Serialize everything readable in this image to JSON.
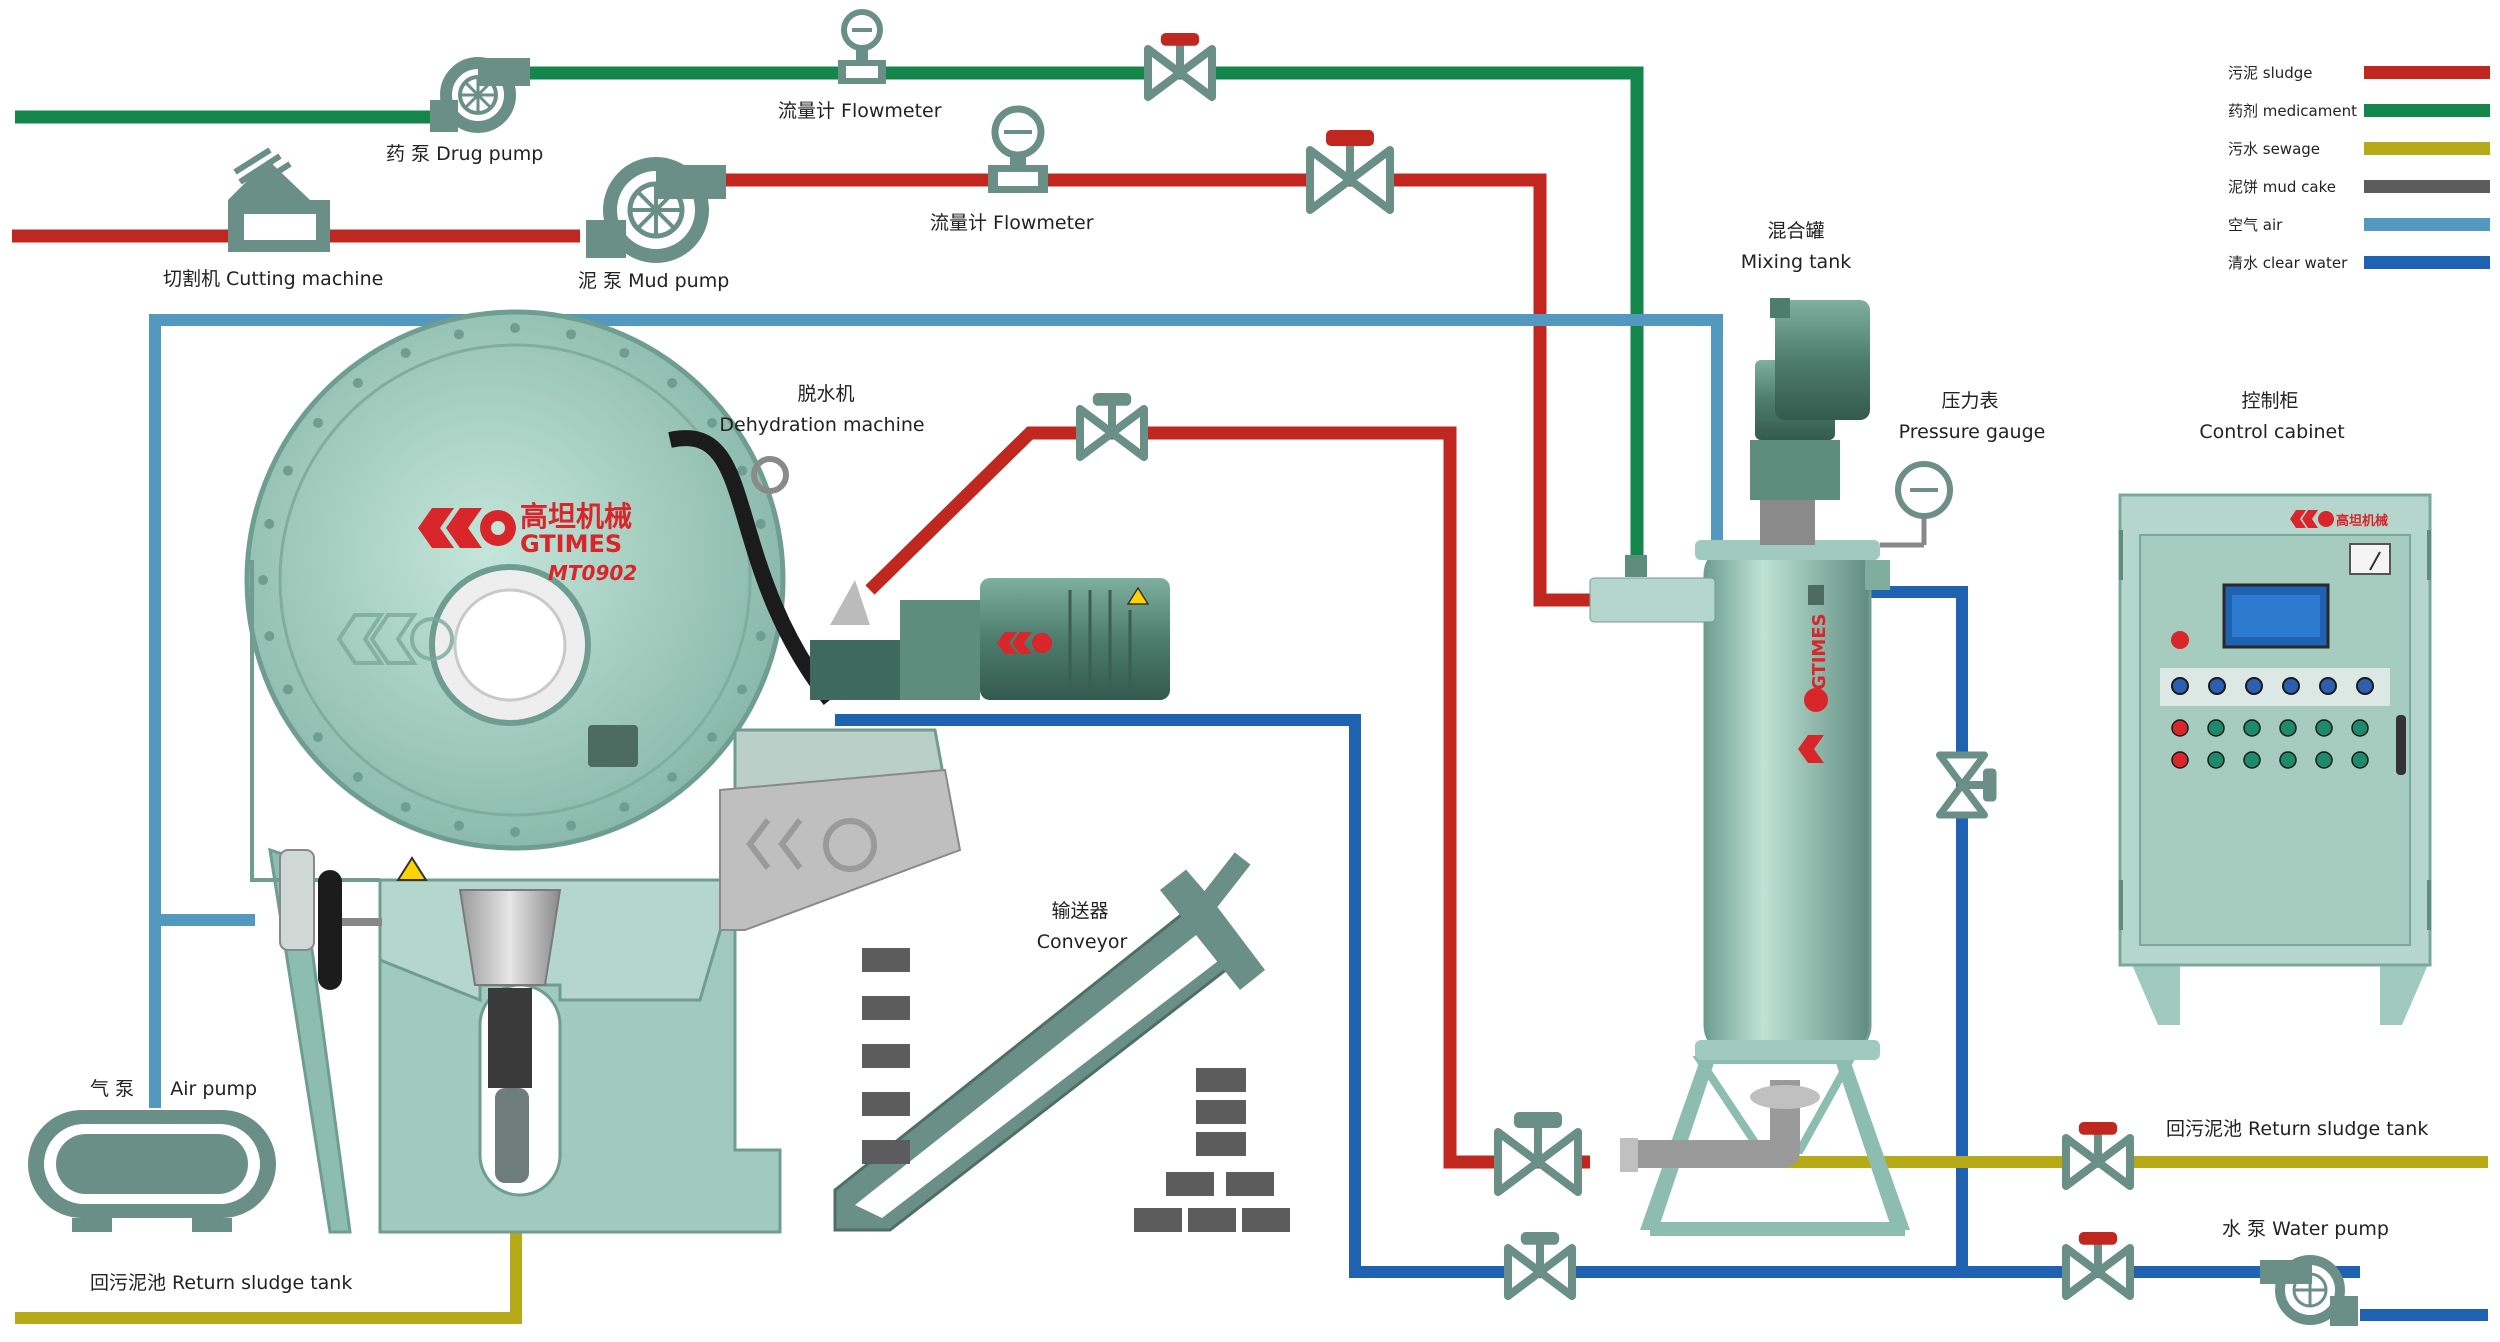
{
  "colors": {
    "sludge": "#c0271f",
    "medicament": "#14864b",
    "sewage": "#b6aa19",
    "mud_cake": "#5c5c5c",
    "air": "#5398be",
    "clear_water": "#1f62b1",
    "machine": "#a8d4c6",
    "machine_dark": "#6f9e90",
    "brand_red": "#d8262a"
  },
  "labels": {
    "drug_pump": "药 泵 Drug pump",
    "flowmeter_top": "流量计 Flowmeter",
    "cutting_machine": "切割机 Cutting machine",
    "mud_pump": "泥 泵 Mud pump",
    "flowmeter_mid": "流量计 Flowmeter",
    "mixing_tank_cn": "混合罐",
    "mixing_tank_en": "Mixing tank",
    "dehydration_cn": "脱水机",
    "dehydration_en": "Dehydration machine",
    "pressure_cn": "压力表",
    "pressure_en": "Pressure gauge",
    "control_cn": "控制柜",
    "control_en": "Control cabinet",
    "conveyor_cn": "输送器",
    "conveyor_en": "Conveyor",
    "air_pump": "气 泵      Air pump",
    "return_left": "回污泥池 Return sludge tank",
    "return_right": "回污泥池 Return sludge tank",
    "water_pump": "水 泵 Water pump"
  },
  "brand": {
    "name_cn": "高坦机械",
    "name_en": "GTIMES",
    "suffix": "MT",
    "model": "MT0902"
  },
  "legend": [
    {
      "text": "污泥 sludge",
      "color": "#c0271f"
    },
    {
      "text": "药剂 medicament",
      "color": "#14864b"
    },
    {
      "text": "污水 sewage",
      "color": "#b6aa19"
    },
    {
      "text": "泥饼 mud cake",
      "color": "#5c5c5c"
    },
    {
      "text": "空气 air",
      "color": "#5398be"
    },
    {
      "text": "清水 clear water",
      "color": "#1f62b1"
    }
  ]
}
